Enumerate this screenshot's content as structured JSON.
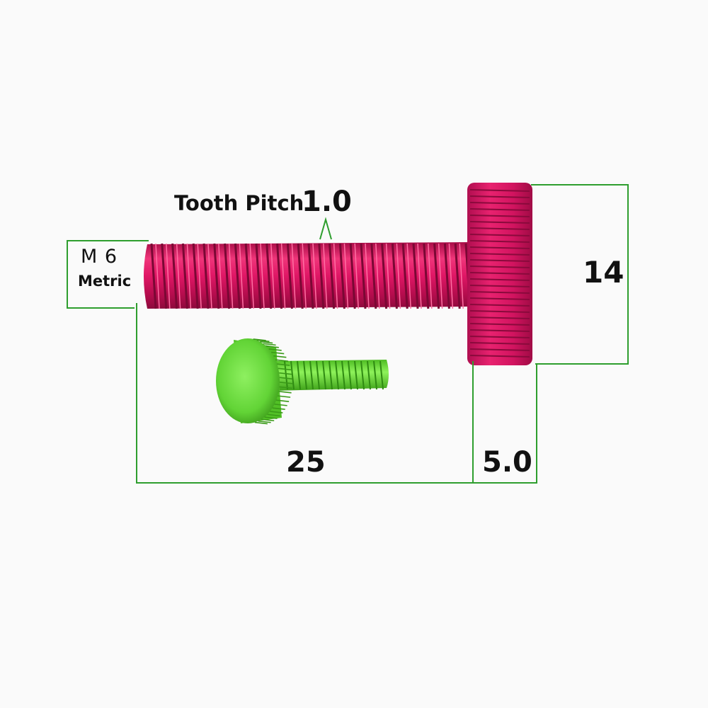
{
  "labels": {
    "tooth_pitch": "Tooth Pitch",
    "tooth_pitch_value": "1.0",
    "thread_size": "M 6",
    "thread_standard": "Metric",
    "length": "25",
    "head_thickness": "5.0",
    "head_diameter": "14"
  },
  "colors": {
    "dimension_line": "#2e9e2e",
    "large_screw": "#d4145a",
    "small_screw": "#66dd33",
    "background": "#fafafa"
  }
}
